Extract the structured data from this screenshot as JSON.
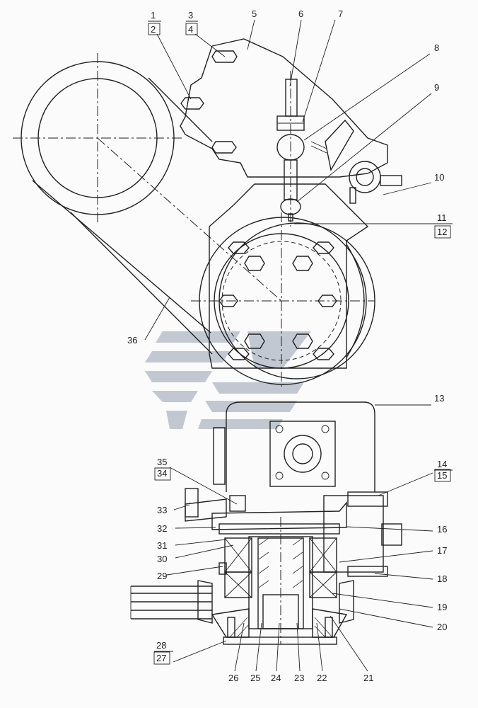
{
  "callouts": [
    {
      "id": "l1",
      "text": "1"
    },
    {
      "id": "l2",
      "text": "2"
    },
    {
      "id": "l3",
      "text": "3"
    },
    {
      "id": "l4",
      "text": "4"
    },
    {
      "id": "l5",
      "text": "5"
    },
    {
      "id": "l6",
      "text": "6"
    },
    {
      "id": "l7",
      "text": "7"
    },
    {
      "id": "l8",
      "text": "8"
    },
    {
      "id": "l9",
      "text": "9"
    },
    {
      "id": "l10",
      "text": "10"
    },
    {
      "id": "l11",
      "text": "11"
    },
    {
      "id": "l12",
      "text": "12"
    },
    {
      "id": "l13",
      "text": "13"
    },
    {
      "id": "l14",
      "text": "14"
    },
    {
      "id": "l15",
      "text": "15"
    },
    {
      "id": "l16",
      "text": "16"
    },
    {
      "id": "l17",
      "text": "17"
    },
    {
      "id": "l18",
      "text": "18"
    },
    {
      "id": "l19",
      "text": "19"
    },
    {
      "id": "l20",
      "text": "20"
    },
    {
      "id": "l21",
      "text": "21"
    },
    {
      "id": "l22",
      "text": "22"
    },
    {
      "id": "l23",
      "text": "23"
    },
    {
      "id": "l24",
      "text": "24"
    },
    {
      "id": "l25",
      "text": "25"
    },
    {
      "id": "l26",
      "text": "26"
    },
    {
      "id": "l27",
      "text": "27"
    },
    {
      "id": "l28",
      "text": "28"
    },
    {
      "id": "l29",
      "text": "29"
    },
    {
      "id": "l30",
      "text": "30"
    },
    {
      "id": "l31",
      "text": "31"
    },
    {
      "id": "l32",
      "text": "32"
    },
    {
      "id": "l33",
      "text": "33"
    },
    {
      "id": "l34",
      "text": "34"
    },
    {
      "id": "l35",
      "text": "35"
    },
    {
      "id": "l36",
      "text": "36"
    }
  ],
  "colors": {
    "line": "#222222",
    "background": "#fbfbfb",
    "watermark": "#aeb7c4"
  }
}
